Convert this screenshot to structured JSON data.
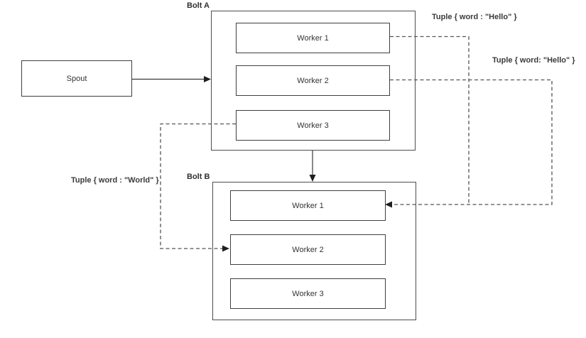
{
  "diagram": {
    "spout": {
      "label": "Spout"
    },
    "bolt_a": {
      "label": "Bolt A",
      "workers": [
        {
          "label": "Worker 1"
        },
        {
          "label": "Worker 2"
        },
        {
          "label": "Worker 3"
        }
      ]
    },
    "bolt_b": {
      "label": "Bolt B",
      "workers": [
        {
          "label": "Worker 1"
        },
        {
          "label": "Worker 2"
        },
        {
          "label": "Worker 3"
        }
      ]
    },
    "annotations": {
      "tuple_hello_top": "Tuple { word : \"Hello\" }",
      "tuple_hello_right": "Tuple { word: \"Hello\" }",
      "tuple_world": "Tuple { word : \"World\" }"
    },
    "colors": {
      "background": "#ffffff",
      "solid_line": "#3a3a3a",
      "dashed_line": "#555555",
      "box_border": "#3f3f3f",
      "text": "#333333"
    }
  }
}
